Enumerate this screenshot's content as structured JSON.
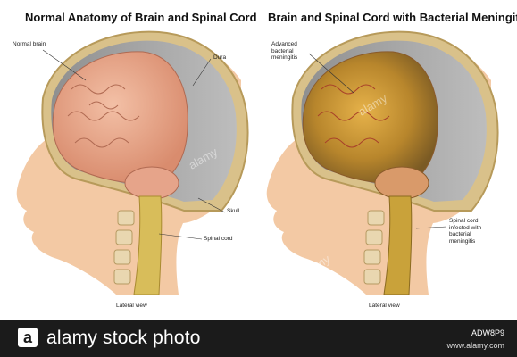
{
  "panels": {
    "left": {
      "title": "Normal Anatomy of Brain and Spinal Cord",
      "labels": {
        "normal_brain": "Normal brain",
        "dura": "Dura",
        "skull": "Skull",
        "spinal_cord": "Spinal cord"
      },
      "caption": "Lateral view"
    },
    "right": {
      "title": "Brain and Spinal Cord with Bacterial Meningitis",
      "labels": {
        "advanced": "Advanced\nbacterial\nmeningitis",
        "cord_infected": "Spinal cord\ninfected with\nbacterial\nmeningitis"
      },
      "caption": "Lateral view"
    }
  },
  "watermark": "alamy",
  "footer": {
    "logo": "a",
    "brand": "alamy stock photo",
    "image_id": "ADW8P9",
    "site": "www.alamy.com"
  },
  "colors": {
    "skin": "#f3c9a4",
    "brain": "#e8a88a",
    "dura": "#9e9e9e",
    "skull": "#d9c18a",
    "cord": "#d8bd5a",
    "infection": "#c9a23a",
    "footer_bg": "#1b1b1b"
  }
}
